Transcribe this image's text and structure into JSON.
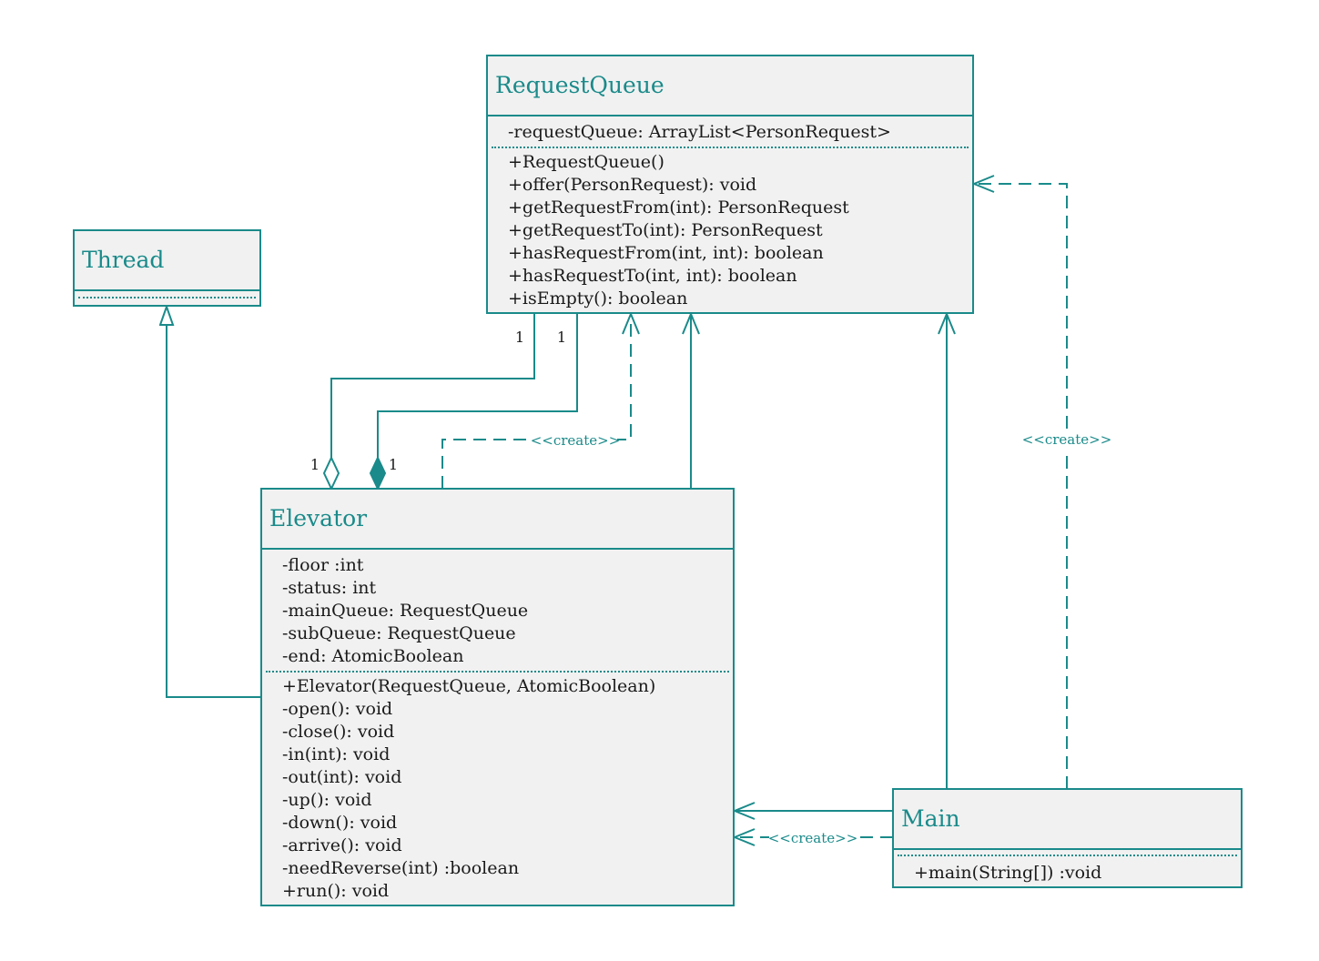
{
  "theme": {
    "accent": "#1a8a8a",
    "box_fill": "#f1f1f1",
    "text": "#1a1a1a"
  },
  "classes": {
    "request_queue": {
      "name": "RequestQueue",
      "attributes": [
        "-requestQueue: ArrayList<PersonRequest>"
      ],
      "methods": [
        "+RequestQueue()",
        "+offer(PersonRequest): void",
        "+getRequestFrom(int): PersonRequest",
        "+getRequestTo(int): PersonRequest",
        "+hasRequestFrom(int, int): boolean",
        "+hasRequestTo(int, int): boolean",
        "+isEmpty(): boolean"
      ]
    },
    "thread": {
      "name": "Thread",
      "attributes": [],
      "methods": []
    },
    "elevator": {
      "name": "Elevator",
      "attributes": [
        "-floor :int",
        "-status: int",
        "-mainQueue: RequestQueue",
        "-subQueue: RequestQueue",
        "-end: AtomicBoolean"
      ],
      "methods": [
        "+Elevator(RequestQueue, AtomicBoolean)",
        "-open(): void",
        "-close(): void",
        "-in(int): void",
        "-out(int): void",
        "-up(): void",
        "-down(): void",
        "-arrive(): void",
        "-needReverse(int) :boolean",
        "+run(): void"
      ]
    },
    "main": {
      "name": "Main",
      "attributes": [],
      "methods": [
        "+main(String[]) :void"
      ]
    }
  },
  "relations": {
    "aggregation": {
      "source_mult": "1",
      "target_mult": "1"
    },
    "composition": {
      "source_mult": "1",
      "target_mult": "1"
    },
    "elevator_create_queue": {
      "label": "<<create>>"
    },
    "main_create_queue": {
      "label": "<<create>>"
    },
    "main_create_elevator": {
      "label": "<<create>>"
    }
  }
}
